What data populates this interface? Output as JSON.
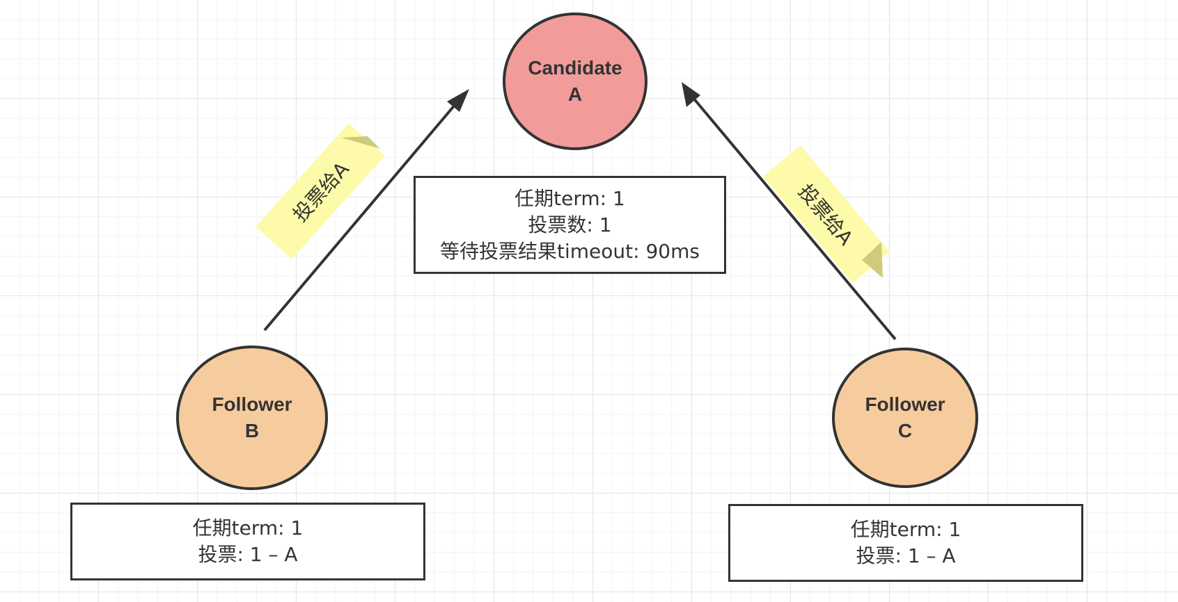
{
  "nodes": {
    "candidate": {
      "line1": "Candidate",
      "line2": "A",
      "fill": "#f19c9b"
    },
    "follower_b": {
      "line1": "Follower",
      "line2": "B",
      "fill": "#f6cc9e"
    },
    "follower_c": {
      "line1": "Follower",
      "line2": "C",
      "fill": "#f6cc9e"
    }
  },
  "info_boxes": {
    "candidate": {
      "line1": "任期term: 1",
      "line2": "投票数: 1",
      "line3": "等待投票结果timeout: 90ms"
    },
    "follower_b": {
      "line1": "任期term: 1",
      "line2": "投票: 1 – A"
    },
    "follower_c": {
      "line1": "任期term: 1",
      "line2": "投票: 1 – A"
    }
  },
  "notes": {
    "left": "投票给A",
    "right": "投票给A",
    "fill": "#fdfbaa",
    "fold_color": "#cfcb7c"
  },
  "colors": {
    "stroke": "#333333",
    "grid": "#e4e4e4"
  }
}
